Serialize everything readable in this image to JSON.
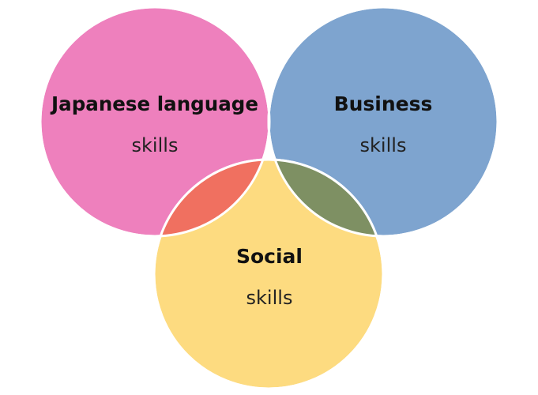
{
  "colors": {
    "japanese": "#ee80bd",
    "business": "#7ea4cf",
    "social": "#fddb80",
    "japanese_social": "#f07060",
    "business_social": "#7e9063",
    "outline": "#ffffff"
  },
  "circles": {
    "japanese": {
      "title": "Japanese language",
      "subtitle": "skills"
    },
    "business": {
      "title": "Business",
      "subtitle": "skills"
    },
    "social": {
      "title": "Social",
      "subtitle": "skills"
    }
  }
}
